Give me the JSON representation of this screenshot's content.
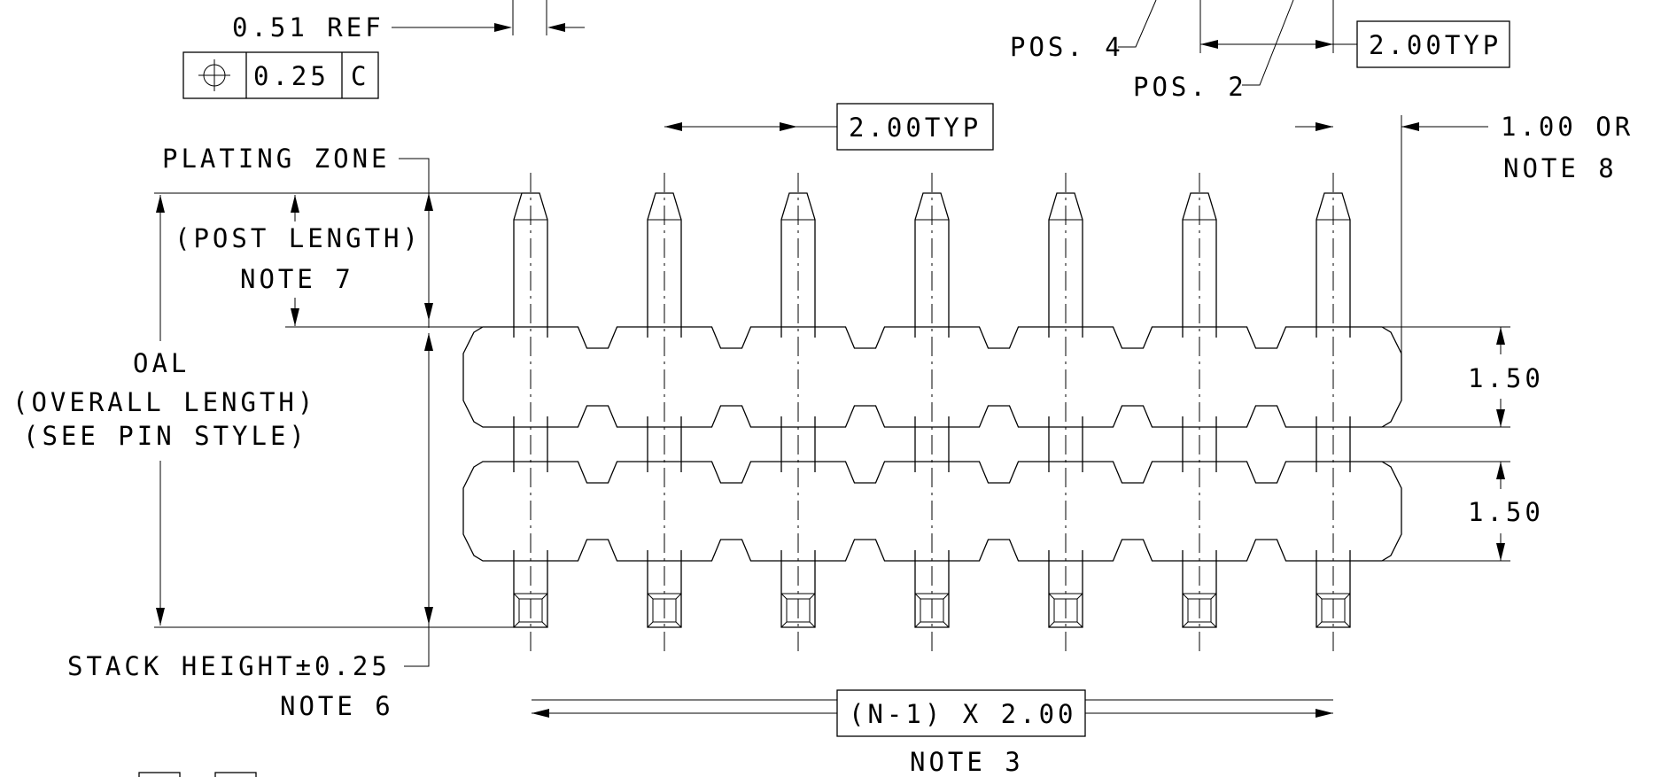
{
  "labels": {
    "ref_051": "0.51 REF",
    "fcf_tolerance": "0.25",
    "fcf_datum": "C",
    "fcf_symbol_icon": "position-icon",
    "pos4": "POS. 4",
    "pos2": "POS. 2",
    "pitch_top_right": "2.00TYP",
    "pitch_top_mid": "2.00TYP",
    "edge_dim": "1.00 OR",
    "note8": "NOTE 8",
    "plating_zone": "PLATING ZONE",
    "post_length": "(POST LENGTH)",
    "note7": "NOTE 7",
    "oal": "OAL",
    "overall_length": "(OVERALL LENGTH)",
    "see_pin_style": "(SEE PIN STYLE)",
    "dim_150_a": "1.50",
    "dim_150_b": "1.50",
    "stack_height": "STACK HEIGHT±0.25",
    "note6": "NOTE 6",
    "span": "(N-1) X 2.00",
    "note3": "NOTE 3"
  },
  "pins": {
    "count": 7
  }
}
